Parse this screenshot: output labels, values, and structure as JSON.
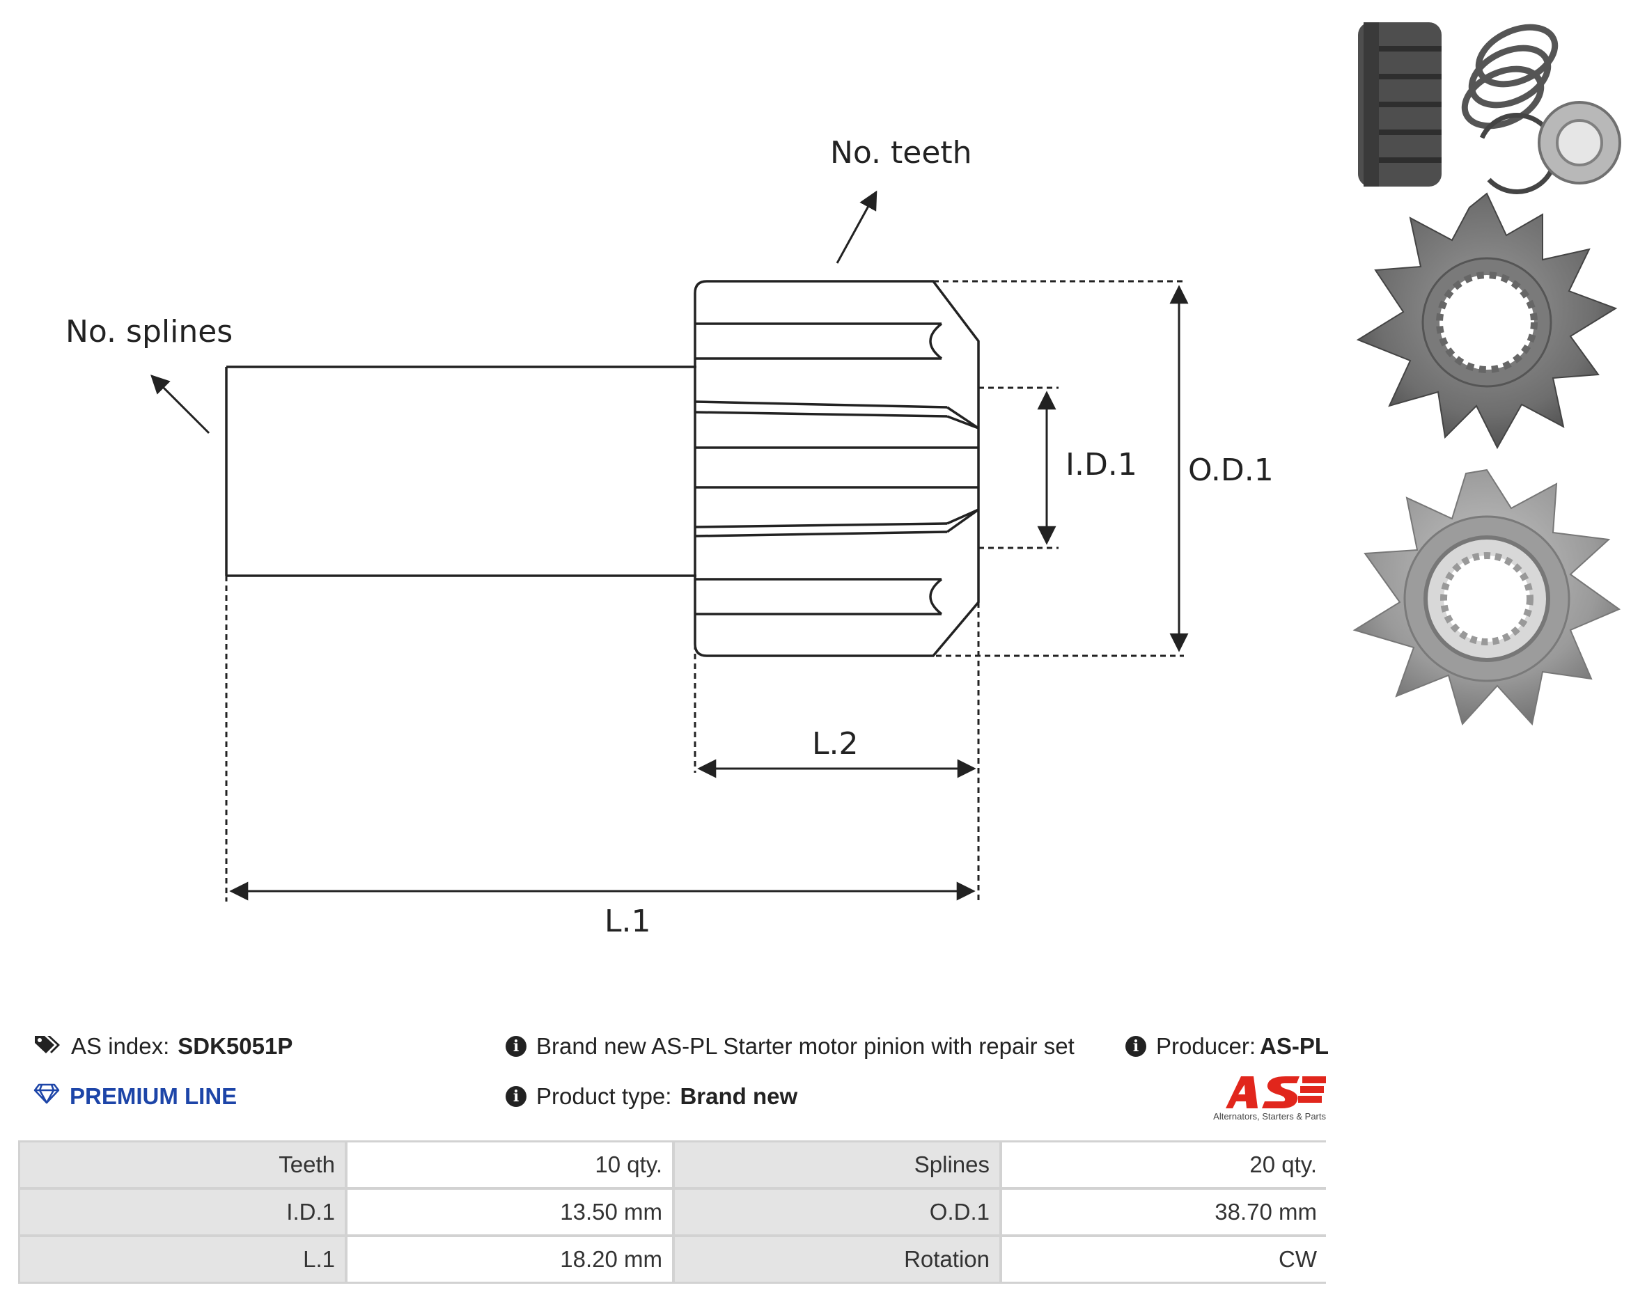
{
  "diagram": {
    "labels": {
      "no_teeth": "No. teeth",
      "no_splines": "No. splines",
      "id1": "I.D.1",
      "od1": "O.D.1",
      "l2": "L.2",
      "l1": "L.1"
    }
  },
  "info": {
    "as_index_label": "AS index:",
    "as_index_value": "SDK5051P",
    "premium_line": "PREMIUM LINE",
    "description": "Brand new AS-PL Starter motor pinion with repair set",
    "product_type_label": "Product type:",
    "product_type_value": "Brand new",
    "producer_label": "Producer:",
    "producer_value": "AS-PL"
  },
  "logo": {
    "mark": "AS",
    "tagline": "Alternators, Starters & Parts",
    "color": "#e1261c"
  },
  "specs": {
    "rows": [
      {
        "k1": "Teeth",
        "v1": "10 qty.",
        "k2": "Splines",
        "v2": "20 qty."
      },
      {
        "k1": "I.D.1",
        "v1": "13.50 mm",
        "k2": "O.D.1",
        "v2": "38.70 mm"
      },
      {
        "k1": "L.1",
        "v1": "18.20 mm",
        "k2": "Rotation",
        "v2": "CW"
      }
    ]
  },
  "colors": {
    "premium": "#1d45a8",
    "table_header_bg": "#e4e4e4",
    "table_border": "#d2d2d2"
  }
}
